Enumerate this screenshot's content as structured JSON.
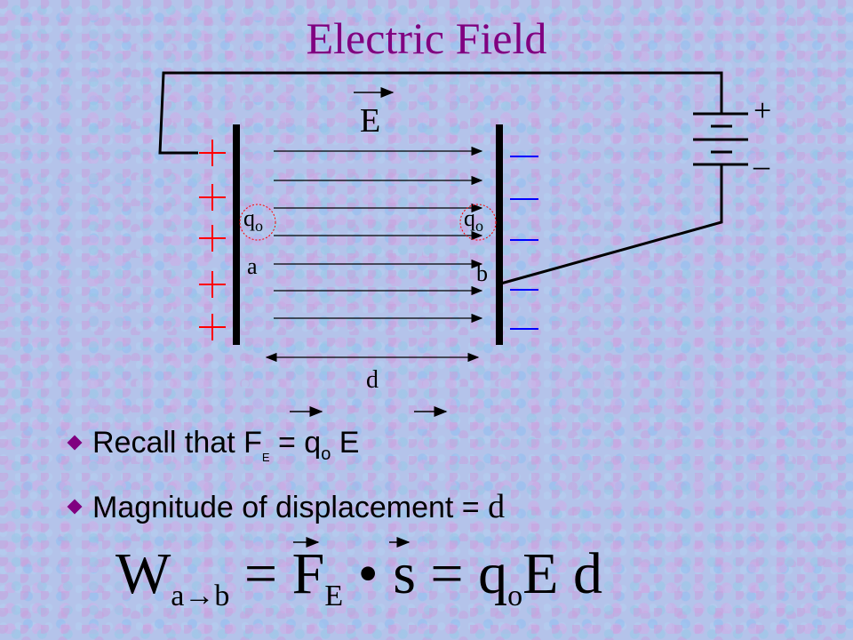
{
  "title": "Electric Field",
  "diagram": {
    "field_label": "E",
    "left_charge_label": "q",
    "left_charge_sub": "o",
    "right_charge_label": "q",
    "right_charge_sub": "o",
    "point_a": "a",
    "point_b": "b",
    "distance_label": "d",
    "battery_plus": "+",
    "battery_minus": "–",
    "plate_plus_signs": [
      "+",
      "+",
      "+",
      "+",
      "+"
    ]
  },
  "bullets": [
    {
      "text": "Recall that F",
      "sub": "E",
      "mid": " = q",
      "sub2": "o",
      "tail": " E"
    },
    {
      "text": "Magnitude of displacement = ",
      "tail": "d"
    }
  ],
  "formula": {
    "W": "W",
    "W_sub": "a→b",
    "eq1": " = ",
    "F": "F",
    "F_sub": "E",
    "dot": " • ",
    "s": "s",
    "eq2": " = ",
    "q": "q",
    "q_sub": "o",
    "E": "E",
    "d": "d"
  },
  "colors": {
    "title": "#800080",
    "plus": "#ff0000",
    "minus": "#0000ff",
    "plate": "#000000",
    "charge_circle": "#ff0000",
    "bullet": "#800080"
  }
}
